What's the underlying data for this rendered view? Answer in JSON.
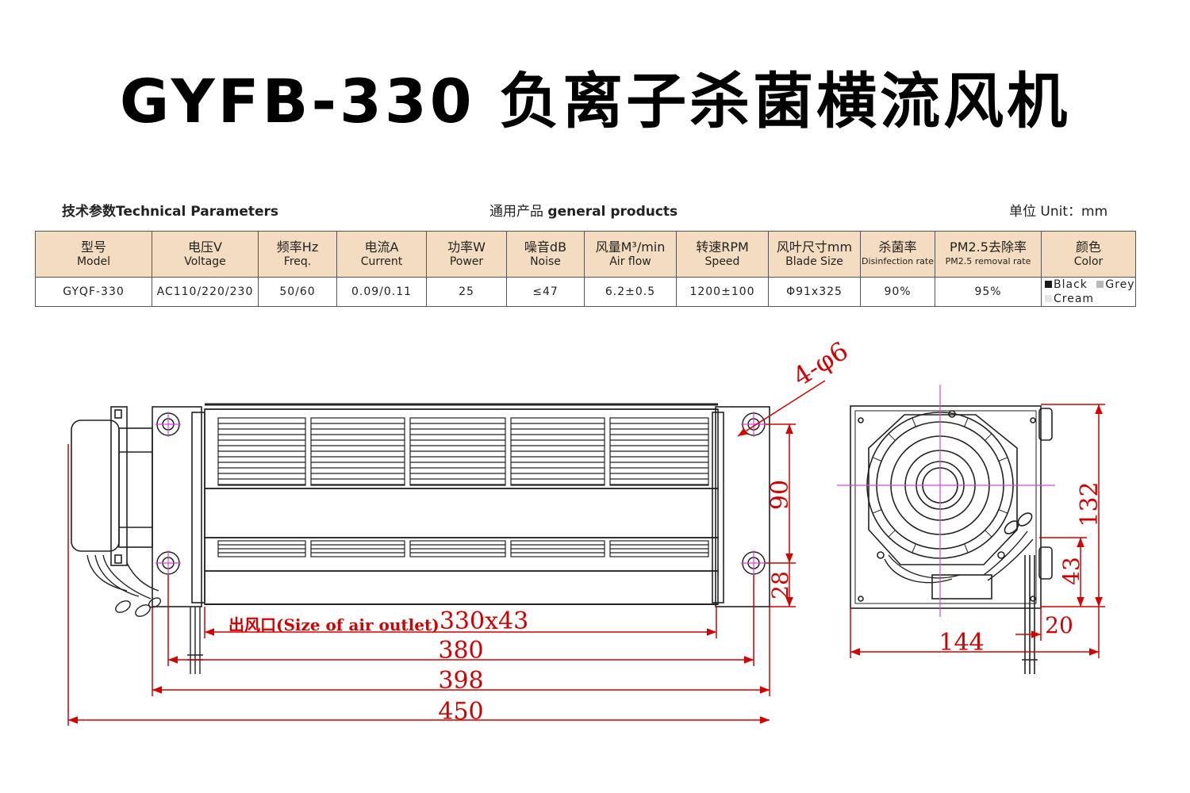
{
  "title": "GYFB-330 负离子杀菌横流风机",
  "header_left_cn": "技术参数",
  "header_left_en": "Technical Parameters",
  "header_center_cn": "通用产品",
  "header_center_en": "general products",
  "header_right_cn": "单位",
  "header_right_en": "Unit：mm",
  "columns": [
    {
      "cn": "型号",
      "en": "Model"
    },
    {
      "cn": "电压V",
      "en": "Voltage"
    },
    {
      "cn": "频率Hz",
      "en": "Freq."
    },
    {
      "cn": "电流A",
      "en": "Current"
    },
    {
      "cn": "功率W",
      "en": "Power"
    },
    {
      "cn": "噪音dB",
      "en": "Noise"
    },
    {
      "cn": "风量M³/min",
      "en": "Air flow"
    },
    {
      "cn": "转速RPM",
      "en": "Speed"
    },
    {
      "cn": "风叶尺寸mm",
      "en": "Blade Size"
    },
    {
      "cn": "杀菌率",
      "en": "Disinfection rate"
    },
    {
      "cn": "PM2.5去除率",
      "en": "PM2.5 removal rate"
    },
    {
      "cn": "颜色",
      "en": "Color"
    }
  ],
  "row": [
    "GYQF-330",
    "AC110/220/230",
    "50/60",
    "0.09/0.11",
    "25",
    "≤47",
    "6.2±0.5",
    "1200±100",
    "Φ91x325",
    "90%",
    "95%"
  ],
  "colors": [
    {
      "name": "Black",
      "hex": "#1a1a1a"
    },
    {
      "name": "Grey",
      "hex": "#b8b8b8"
    },
    {
      "name": "Cream",
      "hex": "#e6e6e6"
    }
  ],
  "dimensions": {
    "hole_note": "4-φ6",
    "outlet_label": "出风口(Size of  air outlet)",
    "outlet_size": "330x43",
    "d380": "380",
    "d398": "398",
    "d450": "450",
    "d90": "90",
    "d28": "28",
    "d132": "132",
    "d43": "43",
    "d144": "144",
    "d20": "20"
  },
  "accent_color": "#d40000",
  "centerline_color": "#e040e0"
}
